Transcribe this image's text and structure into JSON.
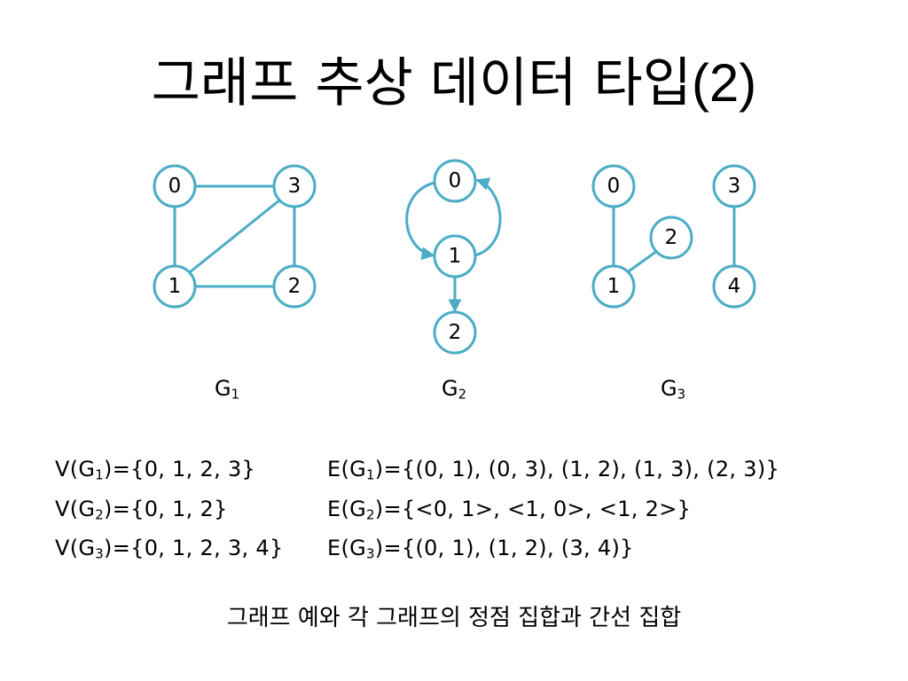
{
  "title": {
    "main": "그래프 추상 데이터 타입",
    "suffix": "(2)"
  },
  "accent_color": "#4bacc6",
  "graphs": [
    {
      "name_main": "G",
      "name_sub": "1",
      "nodes": [
        "0",
        "3",
        "1",
        "2"
      ]
    },
    {
      "name_main": "G",
      "name_sub": "2",
      "nodes": [
        "0",
        "1",
        "2"
      ]
    },
    {
      "name_main": "G",
      "name_sub": "3",
      "nodes": [
        "0",
        "2",
        "1",
        "3",
        "4"
      ]
    }
  ],
  "vertex_sets": [
    {
      "pre": "V(G",
      "sub": "1",
      "post": ")={0, 1, 2, 3}"
    },
    {
      "pre": "V(G",
      "sub": "2",
      "post": ")={0, 1, 2}"
    },
    {
      "pre": "V(G",
      "sub": "3",
      "post": ")={0, 1, 2, 3, 4}"
    }
  ],
  "edge_sets": [
    {
      "pre": "E(G",
      "sub": "1",
      "post": ")={(0, 1), (0, 3), (1, 2), (1, 3), (2, 3)}"
    },
    {
      "pre": "E(G",
      "sub": "2",
      "post": ")={<0, 1>, <1, 0>, <1, 2>}"
    },
    {
      "pre": "E(G",
      "sub": "3",
      "post": ")={(0, 1), (1, 2), (3, 4)}"
    }
  ],
  "caption": "그래프 예와 각 그래프의 정점 집합과 간선 집합"
}
